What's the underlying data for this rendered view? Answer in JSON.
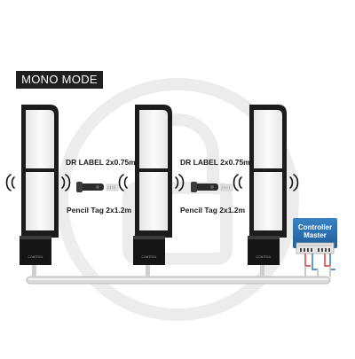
{
  "mode_label": "MONO MODE",
  "gap_labels": [
    {
      "label": "DR LABEL 2x0.75m",
      "tag": "Pencil Tag 2x1.2m"
    },
    {
      "label": "DR LABEL 2x0.75m",
      "tag": "Pencil Tag 2x1.2m"
    }
  ],
  "controller": {
    "line1": "Controller",
    "line2": "Master"
  },
  "pedestal_badge": "CONTROL",
  "colors": {
    "frame": "#1c1c1c",
    "panel": "#f3f3f3",
    "controller": "#2a6fb0",
    "cable": "#c9c9c9",
    "wire_red": "#d4322f"
  }
}
